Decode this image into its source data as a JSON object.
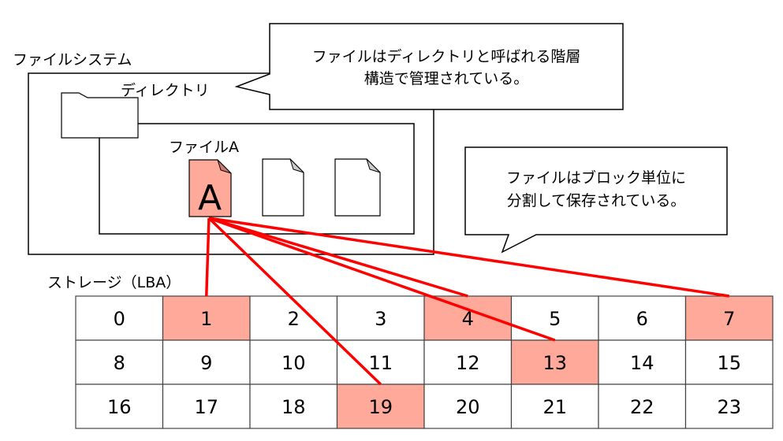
{
  "labels": {
    "filesystem": "ファイルシステム",
    "directory": "ディレクトリ",
    "file_a": "ファイルA",
    "file_a_letter": "A",
    "storage": "ストレージ（LBA）"
  },
  "callouts": {
    "directory_note": [
      "ファイルはディレクトリと呼ばれる階層",
      "構造で管理されている。"
    ],
    "block_note": [
      "ファイルはブロック単位に",
      "分割して保存されている。"
    ]
  },
  "storage": {
    "columns": 8,
    "blocks": [
      0,
      1,
      2,
      3,
      4,
      5,
      6,
      7,
      8,
      9,
      10,
      11,
      12,
      13,
      14,
      15,
      16,
      17,
      18,
      19,
      20,
      21,
      22,
      23
    ],
    "file_a_blocks": [
      1,
      4,
      7,
      13,
      19
    ]
  },
  "colors": {
    "highlight": "#ffa99a",
    "link": "#ff0000",
    "border": "#000000"
  }
}
